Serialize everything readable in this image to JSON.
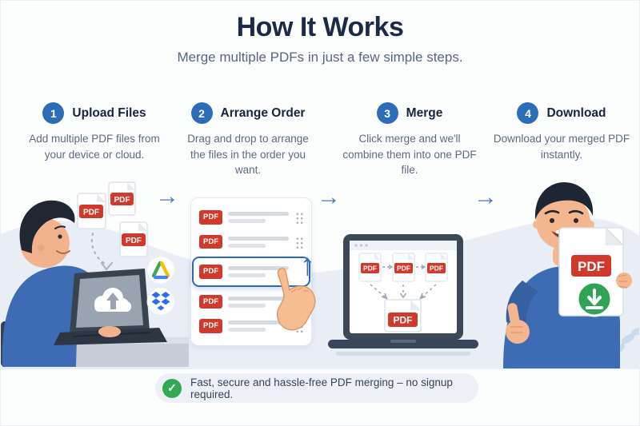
{
  "header": {
    "title": "How It Works",
    "subtitle": "Merge multiple PDFs in just a few simple steps."
  },
  "steps": [
    {
      "number": "1",
      "title": "Upload Files",
      "description": "Add multiple PDF files from your device or cloud."
    },
    {
      "number": "2",
      "title": "Arrange Order",
      "description": "Drag and drop to arrange the files in the order you want."
    },
    {
      "number": "3",
      "title": "Merge",
      "description": "Click merge and we'll combine them into one PDF file."
    },
    {
      "number": "4",
      "title": "Download",
      "description": "Download your merged PDF instantly."
    }
  ],
  "pdf_badge": "PDF",
  "glyphs": {
    "flow_arrow": "→",
    "up_arrow": "↑",
    "check": "✓"
  },
  "footer": {
    "note": "Fast, secure and hassle-free PDF merging – no signup required."
  },
  "colors": {
    "accent_blue": "#2d6db8",
    "pdf_red": "#d0392b",
    "success_green": "#34a853",
    "title_navy": "#1b2a47"
  }
}
